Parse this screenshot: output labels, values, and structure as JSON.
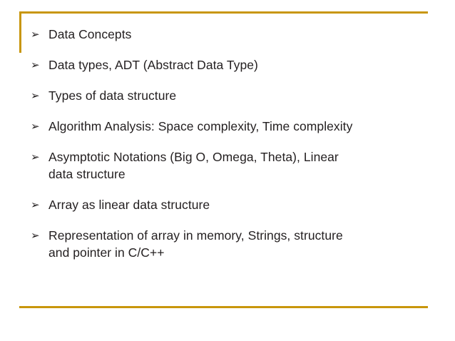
{
  "slide": {
    "background_color": "#ffffff",
    "accent_color": "#c8960c",
    "text_color": "#231f20",
    "bullet_glyph": "➢",
    "bullets": [
      {
        "line1": "Data Concepts",
        "line2": ""
      },
      {
        "line1": "Data types, ADT (Abstract Data Type)",
        "line2": ""
      },
      {
        "line1": "Types of data structure",
        "line2": ""
      },
      {
        "line1": "Algorithm Analysis: Space complexity, Time complexity",
        "line2": ""
      },
      {
        "line1": "Asymptotic Notations (Big O, Omega, Theta), Linear",
        "line2": "data structure"
      },
      {
        "line1": "Array as linear data structure",
        "line2": ""
      },
      {
        "line1": "Representation of array in memory, Strings, structure",
        "line2": "and pointer in C/C++"
      }
    ]
  }
}
